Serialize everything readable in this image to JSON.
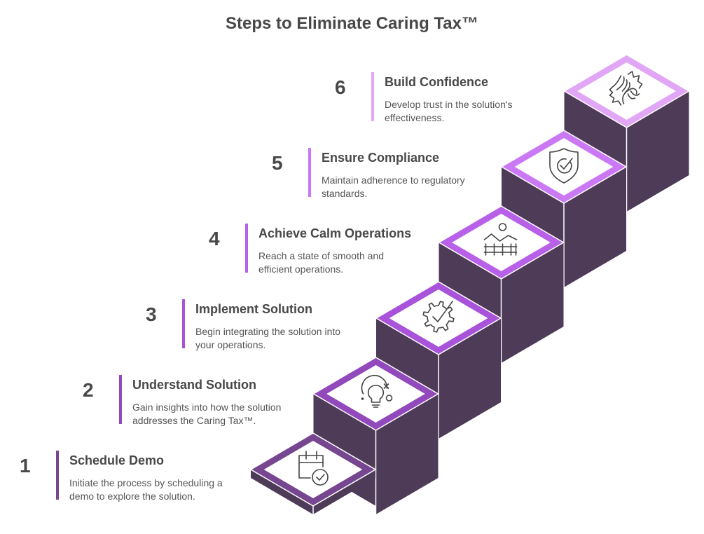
{
  "title": "Steps to Eliminate Caring Tax™",
  "colors": {
    "side": "#4e3b57",
    "top_fill": "#ffffff",
    "icon_stroke": "#444444"
  },
  "steps": [
    {
      "number": "1",
      "title": "Schedule Demo",
      "description": "Initiate the process by scheduling a demo to explore the solution.",
      "desc_lines": [
        "Initiate the process by scheduling a",
        "demo to explore the solution."
      ],
      "icon": "calendar-check-icon",
      "accent": "#774690"
    },
    {
      "number": "2",
      "title": "Understand Solution",
      "description": "Gain insights into how the solution addresses the Caring Tax™.",
      "desc_lines": [
        "Gain insights into how the solution",
        "addresses the Caring Tax™."
      ],
      "icon": "lightbulb-orbit-icon",
      "accent": "#9149bb"
    },
    {
      "number": "3",
      "title": "Implement Solution",
      "description": "Begin integrating the solution into your operations.",
      "desc_lines": [
        "Begin integrating the solution into",
        "your operations."
      ],
      "icon": "gear-check-icon",
      "accent": "#a853d9"
    },
    {
      "number": "4",
      "title": "Achieve Calm Operations",
      "description": "Reach a state of smooth and efficient operations.",
      "desc_lines": [
        "Reach a state of smooth and",
        "efficient operations."
      ],
      "icon": "landscape-fence-icon",
      "accent": "#b860e8"
    },
    {
      "number": "5",
      "title": "Ensure Compliance",
      "description": "Maintain adherence to regulatory standards.",
      "desc_lines": [
        "Maintain adherence to regulatory",
        "standards."
      ],
      "icon": "shield-check-icon",
      "accent": "#cb78f5"
    },
    {
      "number": "6",
      "title": "Build Confidence",
      "description": "Develop trust in the solution's effectiveness.",
      "desc_lines": [
        "Develop trust in the solution's",
        "effectiveness."
      ],
      "icon": "handshake-icon",
      "accent": "#e2a6f7"
    }
  ]
}
